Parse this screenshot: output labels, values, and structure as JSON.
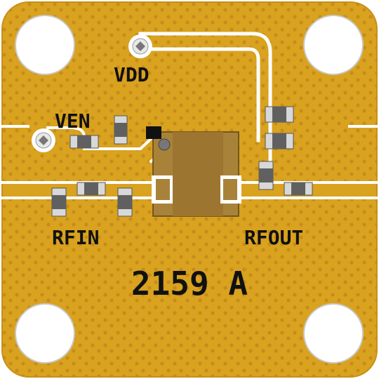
{
  "board": {
    "labels": {
      "vdd": "VDD",
      "ven": "VEN",
      "rfin": "RFIN",
      "rfout": "RFOUT",
      "part_marking": "2159 A"
    },
    "colors": {
      "substrate": "#D9A21F",
      "via": "#C4891A",
      "trace": "#FFFFFF",
      "chip": "#A9823A",
      "component_end": "#D8D8D8",
      "component_body": "#606060",
      "silkscreen": "#111111",
      "pad_ring": "#C8C8C8"
    }
  }
}
